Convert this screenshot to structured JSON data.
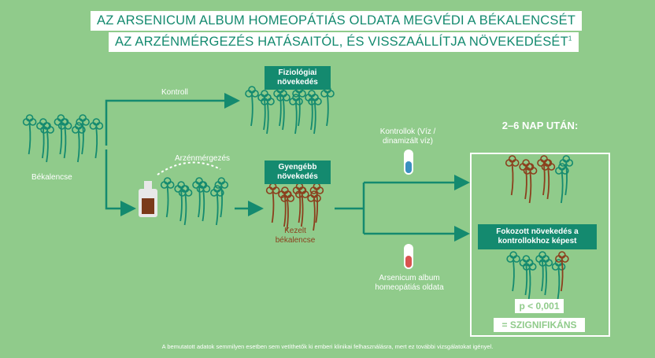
{
  "title": {
    "line1": "AZ ARSENICUM ALBUM HOMEOPÁTIÁS OLDATA MEGVÉDI A BÉKALENCSÉT",
    "line2": "AZ ARZÉNMÉRGEZÉS HATÁSAITÓL, ÉS VISSZAÁLLÍTJA NÖVEKEDÉSÉT",
    "superscript": "1"
  },
  "start_label": "Békalencse",
  "kontroll_label": "Kontroll",
  "arzen_label": "Arzénmérgezés",
  "fiziologiai_tag": "Fiziológiai növekedés",
  "gyengebb_tag": "Gyengébb növekedés",
  "kezelt_label": "Kezelt békalencse",
  "kontrollok_label": "Kontrollok (Víz / dinamizált víz)",
  "arsenicum_label": "Arsenicum album homeopátiás oldata",
  "result_heading": "2–6 NAP UTÁN:",
  "fokozott_tag": "Fokozott növekedés a kontrollokhoz képest",
  "p_value": "p < 0,001",
  "significance": "= SZIGNIFIKÁNS",
  "footnote": "A bemutatott adatok semmilyen esetben sem vetíthetők ki emberi klinikai felhasználásra, mert ez további vizsgálatokat igényel.",
  "colors": {
    "background": "#90cb8b",
    "teal": "#148a6f",
    "brown": "#8b3f1d",
    "tube_blue": "#3a8fc0",
    "tube_red": "#d9534f"
  }
}
